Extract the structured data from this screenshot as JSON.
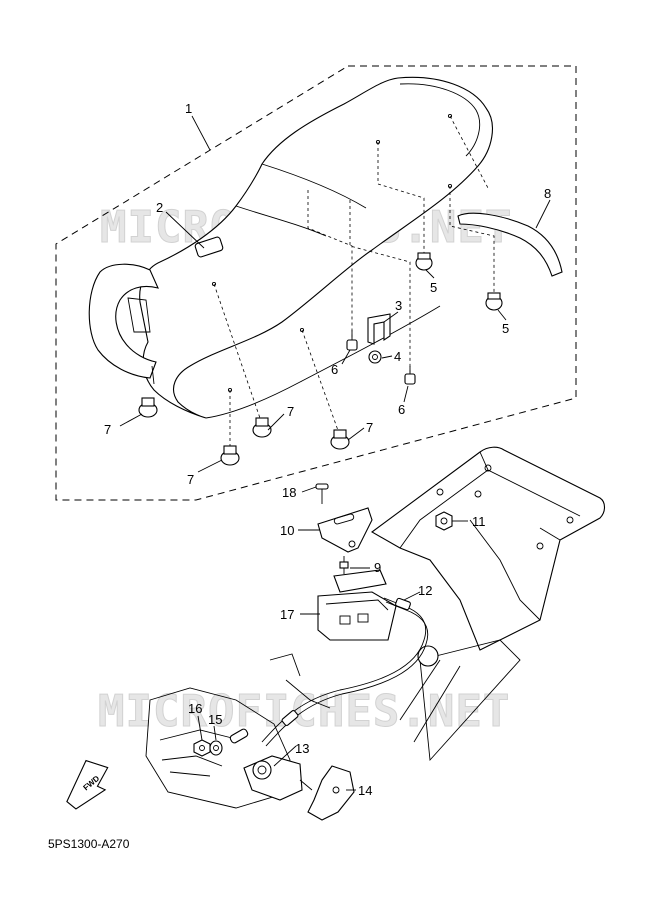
{
  "watermark": {
    "text": "MICROFICHES.NET"
  },
  "diagram_code": "5PS1300-A270",
  "fwd_label": "FWD",
  "callouts": {
    "c1": "1",
    "c2": "2",
    "c3": "3",
    "c4": "4",
    "c5a": "5",
    "c5b": "5",
    "c6a": "6",
    "c6b": "6",
    "c7a": "7",
    "c7b": "7",
    "c7c": "7",
    "c7d": "7",
    "c8": "8",
    "c9": "9",
    "c10": "10",
    "c11": "11",
    "c12": "12",
    "c13": "13",
    "c14": "14",
    "c15": "15",
    "c16": "16",
    "c17": "17",
    "c18": "18"
  }
}
